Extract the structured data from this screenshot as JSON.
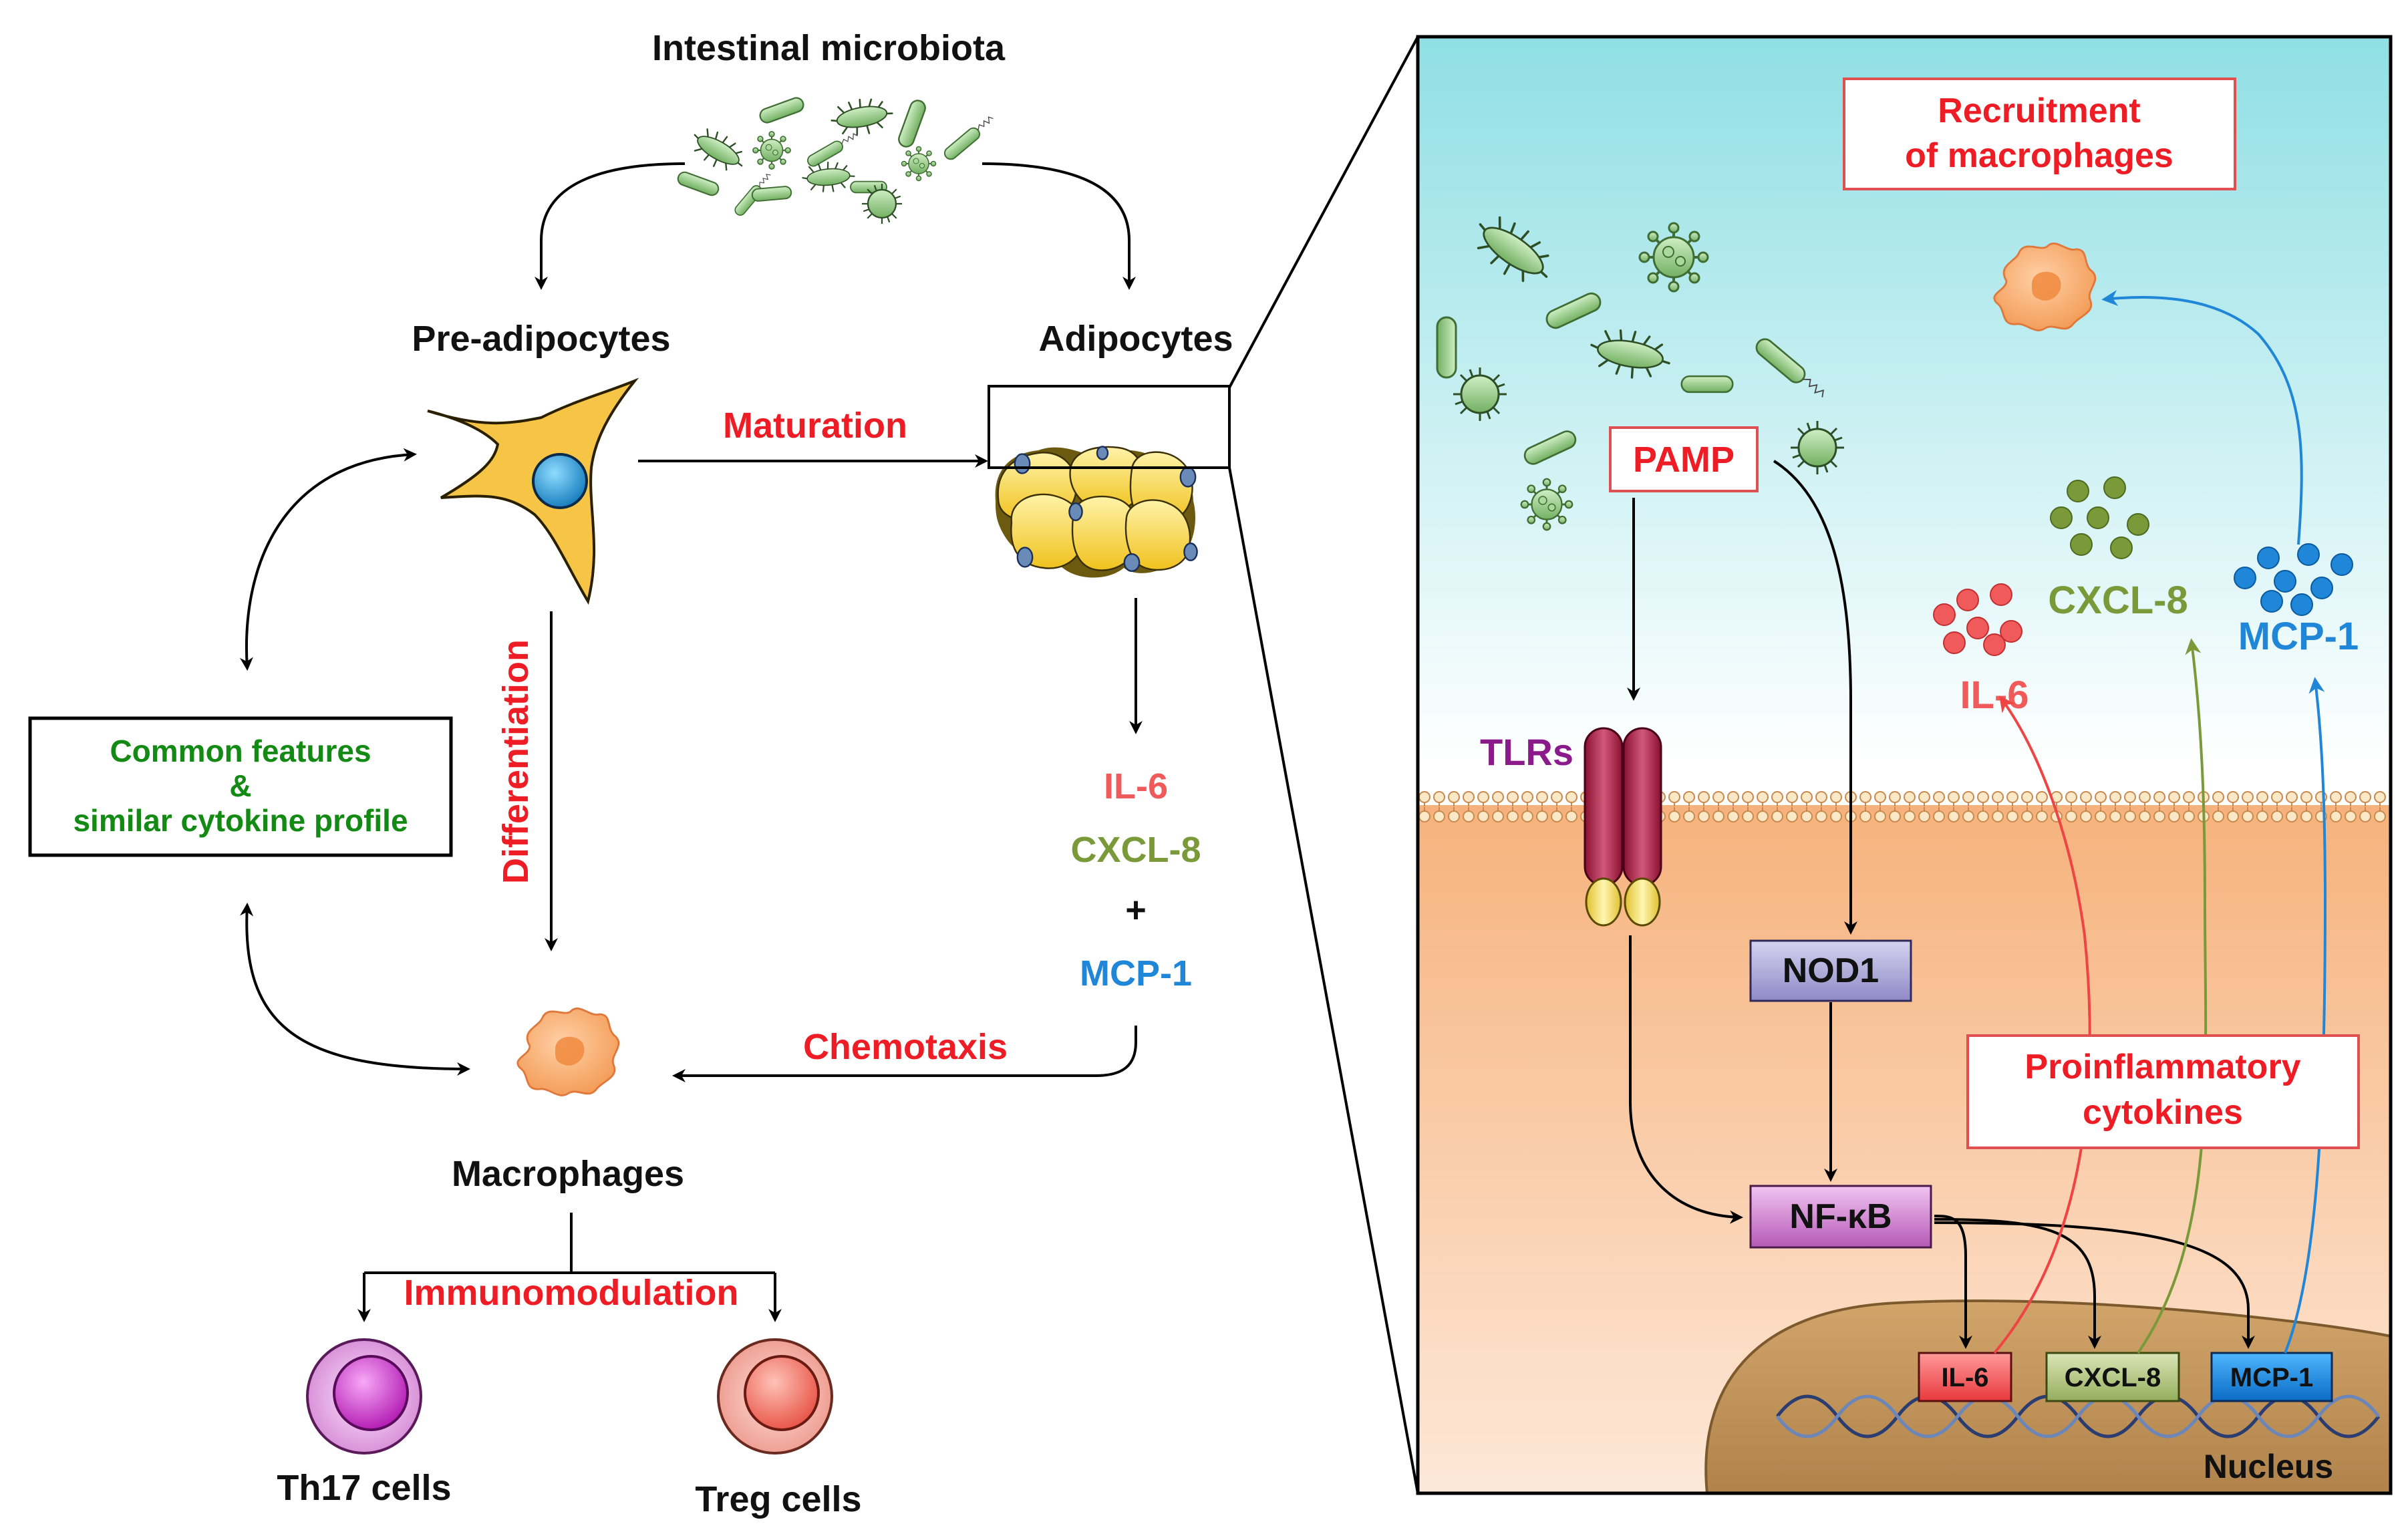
{
  "left": {
    "title": "Intestinal microbiota",
    "preadipocytes": "Pre-adipocytes",
    "adipocytes": "Adipocytes",
    "maturation": "Maturation",
    "differentiation": "Differentiation",
    "common_line1": "Common features",
    "common_line2": "&",
    "common_line3": "similar cytokine profile",
    "cyt_il6": "IL-6",
    "cyt_cxcl8": "CXCL-8",
    "cyt_plus": "+",
    "cyt_mcp1": "MCP-1",
    "chemotaxis": "Chemotaxis",
    "macrophages": "Macrophages",
    "immunomodulation": "Immunomodulation",
    "th17": "Th17 cells",
    "treg": "Treg cells"
  },
  "right": {
    "recruit_line1": "Recruitment",
    "recruit_line2": "of macrophages",
    "pamp": "PAMP",
    "tlrs": "TLRs",
    "nod1": "NOD1",
    "nfkb": "NF-κB",
    "il6": "IL-6",
    "cxcl8": "CXCL-8",
    "mcp1": "MCP-1",
    "proinf_line1": "Proinflammatory",
    "proinf_line2": "cytokines",
    "gene_il6": "IL-6",
    "gene_cxcl8": "CXCL-8",
    "gene_mcp1": "MCP-1",
    "nucleus": "Nucleus"
  },
  "colors": {
    "il6": "#f15a5a",
    "cxcl8": "#7a9a3a",
    "mcp1": "#1f86d8",
    "red_label": "#ee1c24",
    "green_text": "#138a13",
    "tlr_purple": "#8b1a8b",
    "bacteria": "#8cc47a"
  },
  "icons": [
    "bacteria-icon",
    "virus-icon",
    "preadipocyte-cell-icon",
    "adipocyte-cluster-icon",
    "macrophage-icon",
    "th17-cell-icon",
    "treg-cell-icon",
    "tlr-receptor-icon",
    "dna-icon",
    "nucleus-icon"
  ]
}
